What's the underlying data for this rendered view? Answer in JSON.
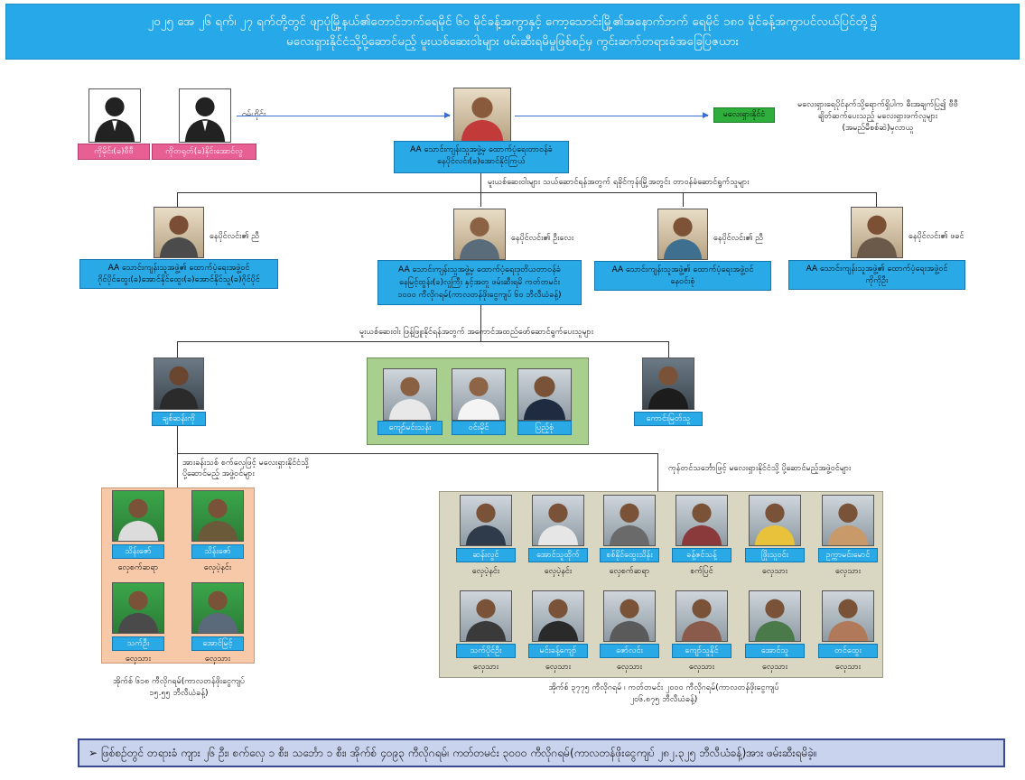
{
  "header": {
    "line1": "၂၀၂၅ အေ ၂၆ ရက်၊ ၂၇ ရက်တို့တွင် ဖျာပုံမြို့နယ်၏တောင်ဘက်ရေမိုင် ၆၀ မိုင်ခန့်အကွာနှင့် ကော့သောင်းမြို့၏အနောက်ဘက် ရေမိုင် ၁၈၀ မိုင်ခန့်အကွာပင်လယ်ပြင်တို့၌",
    "line2": "မလေးရှားနိုင်ငံသို့ပို့ဆောင်မည့် မူးယစ်ဆေးဝါးများ ဖမ်းဆီးရမိမှုဖြစ်စဉ်မှ ကွင်းဆက်တရားခံအခြေပြဇယား"
  },
  "top": {
    "person1_label": "ကိုမိုင်း(ခ)ဗီဗီ",
    "person2_label": "ကိုတရုတ်(ခ)နိုင်းအောင်လွ",
    "arrow_label": "ဝမ်ဟိုင်း",
    "center_box": "AA သောင်းကျန်းသူအဖွဲ့မှ ထောက်ပံ့ရေးတာဝန်ခံ\nနေပိုင်လင်း(ခ)အောင်နိုင်ကြယ်",
    "malaysia_tag": "မလေးရှားနိုင်ငံ",
    "malaysia_note": "မလေးရှားရေပိုင်နက်သို့ရောက်ရှိပါက  ဓီးအချက်ပြ၍ ဗီဗီ\nချိတ်ဆက်ပေးသည့် မလေးရှားဖက်လူများ\n(အမည်မီစစ်ဆဲ)မှလာယူ"
  },
  "branch_label": "မူးယစ်ဆေးဝါးများ သယ်ဆောင်ရန်အတွက်  ရခိုင်ကုန်းမြို့အတွင်း တာဝန်ခံဆောင်ရွက်သူများ",
  "mid_people": [
    {
      "caption": "နေပိုင်လင်း၏ ညီ",
      "box": "AA သောင်းကျန်းသူအဖွဲ့၏ ထောက်ပံ့ရေးအဖွဲ့ဝင်\nဂိုင်ပိုင်ထွေး(ခ)အောင်နိုင်ထွေး(ခ)အောင်နိုင်သူ(ခ)ဂိုင်ပိုင်"
    },
    {
      "caption": "နေပိုင်လင်း၏ ဦးလေး",
      "box": "AA သောင်းကျန်းသူအဖွဲ့မှ ထောက်ပံ့ရေးဒုတိယတာဝန်ခံ\nနေမြင့်ထွန်း(ခ)လူကြီး နှင့်အတူ ဖမ်းဆီးရမိ ကတ်တမင်း\n၁၀၀၀ ကီလိုဂရမ်(ကာလတန်ဖိုးငွေကျပ် ၆၀ ဘီလီယံခန့်)"
    },
    {
      "caption": "နေပိုင်လင်း၏ ညီ",
      "box": "AA သောင်းကျန်းသူအဖွဲ့၏ ထောက်ပံ့ရေးအဖွဲ့ဝင်\nနေဝင်းစုံ"
    },
    {
      "caption": "နေပိုင်လင်း၏ ဖခင်",
      "box": "AA သောင်းကျန်းသူအဖွဲ့၏ ထောက်ပံ့ရေးအဖွဲ့ဝင်\nကိုကိုဦး"
    }
  ],
  "branch2_label": "မူးယစ်ဆေးဝါး ဖြန့်ဖြူးနိုင်ရန်အတွက် အကောင်အထည်ဖော်ဆောင်ရွက်ပေးသူများ",
  "third_row": {
    "left": "ချစ်ဆန်းကို",
    "group": [
      "ကျော်မင်းသန်း",
      "ဝင်းမိုင်",
      "ပြည့်စုံ"
    ],
    "right": "ကောင်းမြတ်သူ"
  },
  "left_branch_label": "အားခန်းသစ် စက်လှေဖြင့် မလေးရှားနိုင်ငံသို့\nပို့ဆောင်မည့် အဖွဲ့ဝင်များ",
  "right_branch_label": "ကုန်တင်သင်္ဘောဖြင့် မလေးရှားနိုင်ငံသို့ ပို့ဆောင်မည့်အဖွဲ့ဝင်များ",
  "left_group": {
    "people": [
      {
        "name": "သိန်းဇော်",
        "role": "လှေစက်ဆရာ"
      },
      {
        "name": "သိန်းဇော်",
        "role": "လှေပဲ့နင်း"
      },
      {
        "name": "သက်ဦး",
        "role": "လှေသား"
      },
      {
        "name": "အောင်မြင့်",
        "role": "လှေသား"
      }
    ],
    "seizure": "အိုက်စ် ၆၁၈ ကီလိုဂရမ်(ကာလတန်ဖိုးငွေကျပ်\n၁၅.၅၅ ဘီလီယံခန့်)"
  },
  "right_group": {
    "people": [
      {
        "name": "ဆန်းလွင်",
        "role": "လှေပဲ့နင်း"
      },
      {
        "name": "အောင်သူထိုက်",
        "role": "လှေပဲ့နင်း"
      },
      {
        "name": "စစ်နိုင်ထွေးသိန်း",
        "role": "လှေစက်ဆရာ"
      },
      {
        "name": "ခန့်ဇင်သန့်",
        "role": "စက်ပြင်"
      },
      {
        "name": "ဖြိုးသူဝင်း",
        "role": "လှေသား"
      },
      {
        "name": "ဥက္ကာမင်းမောင်",
        "role": "လှေသား"
      },
      {
        "name": "သက်ပိုင်ဦး",
        "role": "လှေသား"
      },
      {
        "name": "မင်းခန့်ကျော်",
        "role": "လှေသား"
      },
      {
        "name": "ဇော်လင်း",
        "role": "လှေသား"
      },
      {
        "name": "ကျော်သူနိုင်",
        "role": "လှေသား"
      },
      {
        "name": "အောင်သူ",
        "role": "လှေသား"
      },
      {
        "name": "တင်ထွေး",
        "role": "လှေသား"
      }
    ],
    "seizure": "အိုက်စ် ၃၇၇၅ ကီလိုဂရမ် ၊ ကတ်တမင်း ၂၀၀၀ ကီလိုဂရမ်(ကာလတန်ဖိုးငွေကျပ်\n၂၀၆.၈၇၅ ဘီလီယံခန့်)"
  },
  "footer": "➢ ဖြစ်စဉ်တွင် တရားခံ ကျား ၂၆ ဦး၊ စက်လှေ ၁ စီး၊ သင်္ဘော ၁ စီး၊ အိုက်စ် ၄၀၉၃ ကီလိုဂရမ်၊ ကတ်တမင်း ၃၀၀၀ ကီလိုဂရမ်(ကာလတန်ဖိုးငွေကျပ် ၂၈၂.၃၂၅ ဘီလီယံခန့်)အား ဖမ်းဆီးရမိခဲ့။"
}
